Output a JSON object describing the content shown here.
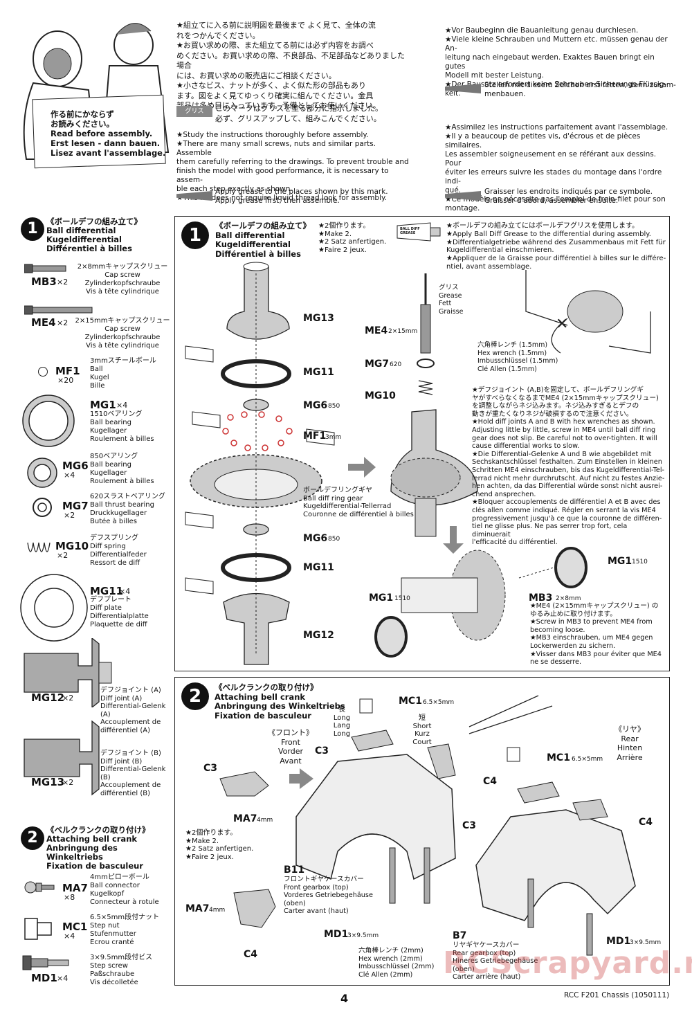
{
  "header": {
    "jp_paragraph": "★組立てに入る前に説明図を最後まで よく見て、全体の流\nれをつかんでください。\n★お買い求めの際、また組立てる前には必ず内容をお調べ\nめください。お買い求めの際、不良部品、不足部品などありました場合\nには、お買い求めの販売店にご相談ください。\n★小さなビス、ナットが多く、よく似た形の部品もあり\nます。図をよく見てゆっくり確実に組んでください。金具\n部品は多め目に入っています。予備としてお使いください。",
    "jp_grease_tag": "グリス",
    "jp_grease_text": "このマークはグリスを塗る部分に指示しました。\n必ず、グリスアップして、組みこんでください。",
    "en_paragraph": "★Study the instructions thoroughly before assembly.\n★There are many small screws, nuts and similar parts. Assemble\nthem carefully referring to the drawings. To prevent trouble and\nfinish the model with good performance, it is necessary to assem-\nble each step exactly as shown.\n★This kit does not require liquid thread lock for assembly.",
    "en_grease": "Apply grease to the places shown by this mark.\nApply grease first, then assemble.",
    "de_paragraph": "★Vor Baubeginn die Bauanleitung genau durchlesen.\n★Viele kleine Schrauben und Muttern etc. müssen genau der An-\nleitung nach eingebaut werden. Exaktes Bauen bringt ein gutes\nModell mit bester Leistung.\n★Der Bausatz erfordert keine Schrauben-Sicherungs-Flüssig-\nkeit.",
    "de_grease": "Stellen mit diesem Zeichen erst fetten, dann zusam-\nmenbauen.",
    "fr_paragraph": "★Assimilez les instructions parfaitement avant l'assemblage.\n★Il y a beaucoup de petites vis, d'écrous et de pièces similaires.\nLes assembler soigneusement en se référant aux dessins. Pour\néviter les erreurs suivre les stades du montage dans l'ordre indi-\nqué.\n★Ce modèle ne nécessite pas l'emploi de frein-filet pour son\nmontage.",
    "fr_grease": "Graisser les endroits indiqués par ce symbole.\nGraisser d'abord, assembler ensuite.",
    "sign_text": "作る前にかならず\nお読みください。\nRead before assembly.\nErst lesen - dann bauen.\nLisez avant l'assemblage."
  },
  "step1_left": {
    "num": "1",
    "title": "《ボールデフの組み立て》\nBall differential\nKugeldifferential\nDifférentiel à billes",
    "parts": [
      {
        "code": "MB3",
        "qty": "×2",
        "desc": "2×8mmキャップスクリュー\nCap screw\nZylinderkopfschraube\nVis à tête cylindrique"
      },
      {
        "code": "ME4",
        "qty": "×2",
        "desc": "2×15mmキャップスクリュー\nCap screw\nZylinderkopfschraube\nVis à tête cylindrique"
      },
      {
        "code": "MF1",
        "qty": "×20",
        "desc": "3mmスチールボール\nBall\nKugel\nBille"
      },
      {
        "code": "MG1",
        "qty": "×4",
        "desc": "1510ベアリング\nBall bearing\nKugellager\nRoulement à billes"
      },
      {
        "code": "MG6",
        "qty": "×4",
        "desc": "850ベアリング\nBall bearing\nKugellager\nRoulement à billes"
      },
      {
        "code": "MG7",
        "qty": "×2",
        "desc": "620スラストベアリング\nBall thrust bearing\nDruckkugellager\nButée à billes"
      },
      {
        "code": "MG10",
        "qty": "×2",
        "desc": "デフスプリング\nDiff spring\nDifferentialfeder\nRessort de diff"
      },
      {
        "code": "MG11",
        "qty": "×4",
        "desc": "デフプレート\nDiff plate\nDifferentialplatte\nPlaquette de diff"
      },
      {
        "code": "MG12",
        "qty": "×2",
        "desc": "デフジョイント (A)\nDiff joint (A)\nDifferential-Gelenk (A)\nAccouplement de\ndifférentiel (A)"
      },
      {
        "code": "MG13",
        "qty": "×2",
        "desc": "デフジョイント (B)\nDiff joint (B)\nDifferential-Gelenk (B)\nAccouplement de\ndifférentiel (B)"
      }
    ]
  },
  "step2_left": {
    "num": "2",
    "title": "《ベルクランクの取り付け》\nAttaching bell crank\nAnbringung des Winkeltriebs\nFixation de basculeur",
    "parts": [
      {
        "code": "MA7",
        "qty": "×8",
        "desc": "4mmピローボール\nBall connector\nKugelkopf\nConnecteur à rotule"
      },
      {
        "code": "MC1",
        "qty": "×4",
        "desc": "6.5×5mm段付ナット\nStep nut\nStufenmutter\nEcrou cranté"
      },
      {
        "code": "MD1",
        "qty": "×4",
        "desc": "3×9.5mm段付ビス\nStep screw\nPaßschraube\nVis décolletée"
      }
    ]
  },
  "step1_main": {
    "num": "1",
    "title": "《ボールデフの組み立て》\nBall differential\nKugeldifferential\nDifférentiel à billes",
    "make2": "★2個作ります。\n★Make 2.\n★2 Satz anfertigen.\n★Faire 2 jeux.",
    "grease_note": "★ボールデフの組み立てにはボールデフグリスを使用します。\n★Apply Ball Diff Grease to the differential during assembly.\n★Differentialgetriebe während des Zusammenbaus mit Fett für\nKugeldifferential einschmieren.\n★Appliquer de la Graisse pour différentiel à billes sur le différe-\nntiel, avant assemblage.",
    "grease_label": "グリス\nGrease\nFett\nGraisse",
    "wrench_label": "六角棒レンチ (1.5mm)\nHex wrench (1.5mm)\nImbusschlüssel (1.5mm)\nClé Allen (1.5mm)",
    "tube_label": "BALL DIFF GREASE",
    "note_joint": "★デフジョイント (A,B)を固定して、ボールデフリングギ\nヤがすべらなくなるまでME4 (2×15mmキャップスクリュー)\nを調整しながらネジ込みます。ネジ込みすぎるとデフの\n動きが重たくなりネジが破損するので注意ください。\n★Hold diff joints A and B with hex wrenches as shown.\nAdjusting little by little, screw in ME4 until ball diff ring\ngear does not slip. Be careful not to over-tighten. It will\ncause differential works to slow.\n★Die Differential-Gelenke A und B wie abgebildet mit\nSechskantschlüssel festhalten. Zum Einstellen in kleinen\nSchritten ME4 einschrauben, bis das Kugeldifferential-Tel-\nlerrad nicht mehr durchrutscht. Auf nicht zu festes Anzie-\nhen achten, da das Differential würde sonst nicht ausrei-\nchend ansprechen.\n★Bloquer accouplements de différentiel A et B avec des\nclés allen comme indiqué. Régler en serrant la vis ME4\nprogressivement jusqu'à ce que la couronne de différen-\ntiel ne glisse plus. Ne pas serrer trop fort, cela diminuerait\nl'efficacité du différentiel.",
    "note_mb3": "★ME4 (2×15mmキャップスクリュー) の\nゆるみ止めに取り付けます。\n★Screw in MB3 to prevent ME4 from\nbecoming loose.\n★MB3 einschrauben, um ME4 gegen\nLockerwerden zu sichern.\n★Visser dans MB3 pour éviter que ME4\nne se desserre.",
    "ringgear": "ボールデフリングギヤ\nBall diff ring gear\nKugeldifferential-Tellerrad\nCouronne de différentiel à billes",
    "labels": {
      "mg13": "MG13",
      "mg11a": "MG11",
      "mg6a": "MG6",
      "mg6a_s": "850",
      "mf1": "MF1",
      "mf1_s": "3mm",
      "mg6b": "MG6",
      "mg6b_s": "850",
      "mg11b": "MG11",
      "mg12": "MG12",
      "me4": "ME4",
      "me4_s": "2×15mm",
      "mg7": "MG7",
      "mg7_s": "620",
      "mg10": "MG10",
      "mg1r": "MG1",
      "mg1r_s": "1510",
      "mg1l": "MG1",
      "mg1l_s": "1510",
      "mb3": "MB3",
      "mb3_s": "2×8mm"
    }
  },
  "step2_main": {
    "num": "2",
    "title": "《ベルクランクの取り付け》\nAttaching bell crank\nAnbringung des Winkeltriebs\nFixation de basculeur",
    "front": "《フロント》\nFront\nVorder\nAvant",
    "rear": "《リヤ》\nRear\nHinten\nArrière",
    "make2": "★2個作ります。\n★Make 2.\n★2 Satz anfertigen.\n★Faire 2 jeux.",
    "long": "長\nLong\nLang\nLong",
    "short": "短\nShort\nKurz\nCourt",
    "b11": "B11",
    "b11_desc": "フロントギヤケースカバー\nFront gearbox (top)\nVorderes Getriebegehäuse\n(oben)\nCarter avant (haut)",
    "b7": "B7",
    "b7_desc": "リヤギヤケースカバー\nRear gearbox (top)\nHineres Getriebegehäuse\n(oben)\nCarter arrière (haut)",
    "wrench2": "六角棒レンチ (2mm)\nHex wrench (2mm)\nImbusschlüssel (2mm)\nClé Allen (2mm)",
    "labels": {
      "c3a": "C3",
      "ma7a": "MA7",
      "ma7a_s": "4mm",
      "ma7b": "MA7",
      "ma7b_s": "4mm",
      "c4a": "C4",
      "c3b": "C3",
      "mc1a": "MC1",
      "mc1a_s": "6.5×5mm",
      "c4b": "C4",
      "md1a": "MD1",
      "md1a_s": "3×9.5mm",
      "mc1b": "MC1",
      "mc1b_s": "6.5×5mm",
      "c3c": "C3",
      "c4c": "C4",
      "md1b": "MD1",
      "md1b_s": "3×9.5mm"
    }
  },
  "footer": {
    "page": "4",
    "doc": "RCC F201 Chassis (1050111)",
    "watermark": "RCScrapyard.net"
  }
}
